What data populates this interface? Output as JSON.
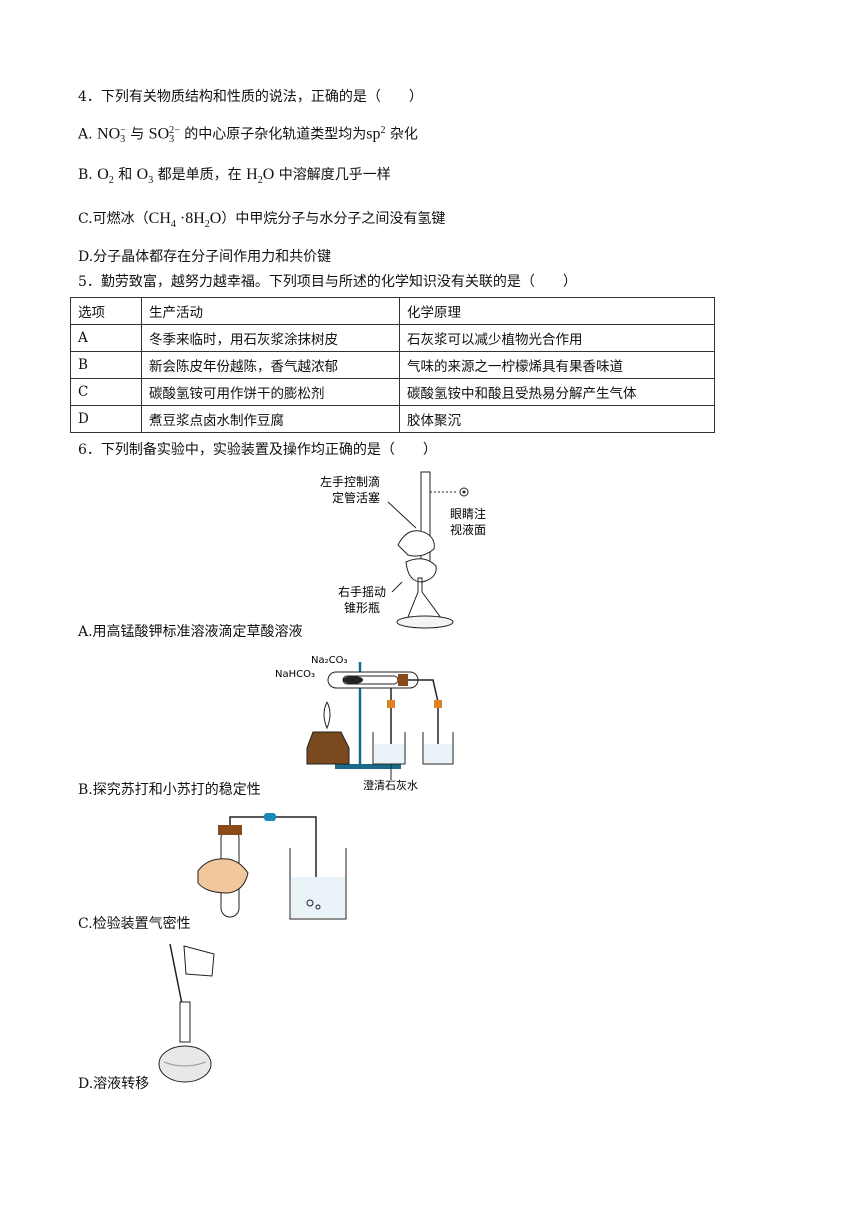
{
  "q4": {
    "stem": "4．下列有关物质结构和性质的说法，正确的是（　　）",
    "a": {
      "prefix": "A. ",
      "f1": "NO",
      "f1sub": "3",
      "f1sup": "−",
      "mid": " 与 ",
      "f2": "SO",
      "f2sub": "3",
      "f2sup": "2−",
      "text": " 的中心原子杂化轨道类型均为",
      "f3": "sp",
      "f3sup": "2",
      "end": " 杂化"
    },
    "b": {
      "prefix": "B. ",
      "f1": "O",
      "f1sub": "2",
      "mid": " 和 ",
      "f2": "O",
      "f2sub": "3",
      "text": " 都是单质，在 ",
      "f3": "H",
      "f3sub": "2",
      "f3b": "O",
      "end": " 中溶解度几乎一样"
    },
    "c": {
      "prefix": "C.可燃冰（",
      "formula": "CH",
      "fsub1": "4",
      "fmid": " ·8H",
      "fsub2": "2",
      "fend": "O",
      "end": "）中甲烷分子与水分子之间没有氢键"
    },
    "d": "D.分子晶体都存在分子间作用力和共价键"
  },
  "q5": {
    "stem": "5．勤劳致富，越努力越幸福。下列项目与所述的化学知识没有关联的是（　　）",
    "headers": [
      "选项",
      "生产活动",
      "化学原理"
    ],
    "rows": [
      [
        "A",
        "冬季来临时，用石灰浆涂抹树皮",
        "石灰浆可以减少植物光合作用"
      ],
      [
        "B",
        "新会陈皮年份越陈，香气越浓郁",
        "气味的来源之一柠檬烯具有果香味道"
      ],
      [
        "C",
        "碳酸氢铵可用作饼干的膨松剂",
        "碳酸氢铵中和酸且受热易分解产生气体"
      ],
      [
        "D",
        "煮豆浆点卤水制作豆腐",
        "胶体聚沉"
      ]
    ]
  },
  "q6": {
    "stem": "6．下列制备实验中，实验装置及操作均正确的是（　　）",
    "a": {
      "caption": "A.用高锰酸钾标准溶液滴定草酸溶液",
      "label_left1": "左手控制滴",
      "label_left2": "定管活塞",
      "label_right1": "眼睛注",
      "label_right2": "视液面",
      "label_bottom1": "右手摇动",
      "label_bottom2": "锥形瓶"
    },
    "b": {
      "caption": "B.探究苏打和小苏打的稳定性",
      "label_na2co3": "Na₂CO₃",
      "label_nahco3": "NaHCO₃",
      "label_lime": "澄清石灰水"
    },
    "c": {
      "caption": "C.检验装置气密性"
    },
    "d": {
      "caption": "D.溶液转移"
    }
  }
}
